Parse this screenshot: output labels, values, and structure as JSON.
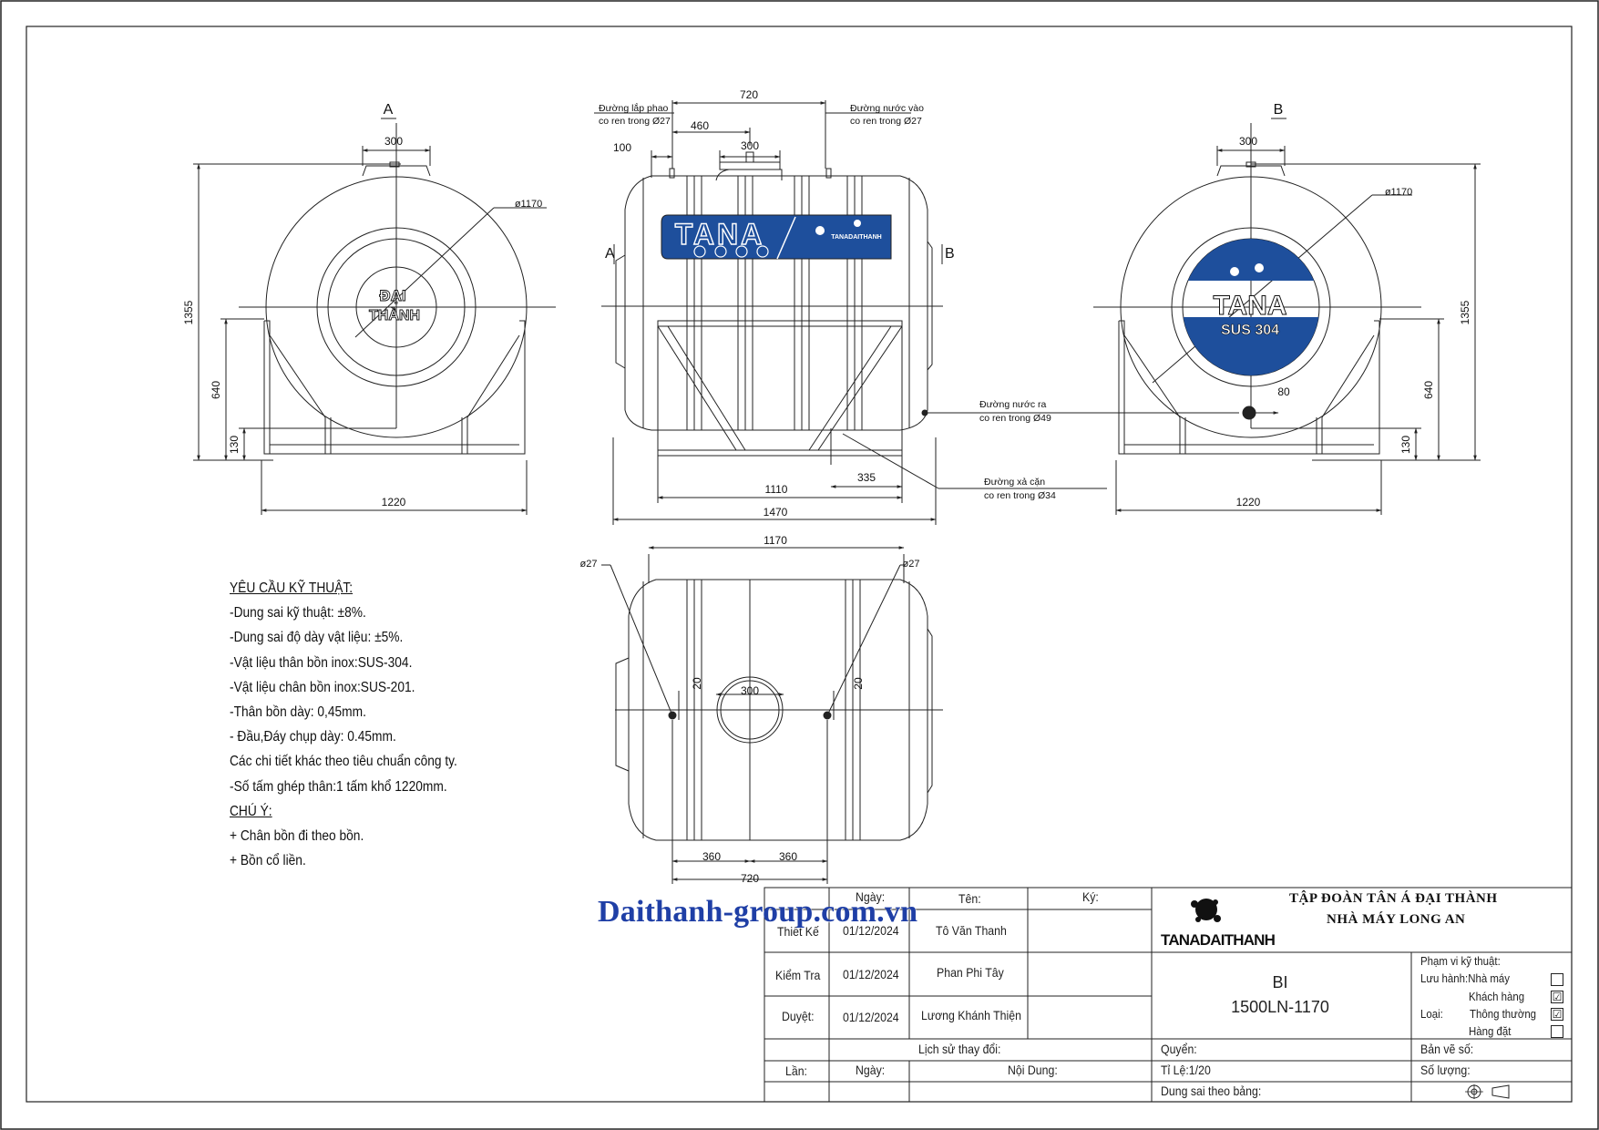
{
  "drawing": {
    "view_a_label": "A",
    "view_b_label": "B",
    "dims": {
      "d300": "300",
      "d1170dia": "ø1170",
      "d1355": "1355",
      "d640": "640",
      "d130": "130",
      "d1220": "1220",
      "d720": "720",
      "d460": "460",
      "d100": "100",
      "d1110": "1110",
      "d335": "335",
      "d1470": "1470",
      "d80": "80",
      "d1170": "1170",
      "d27": "ø27",
      "d20": "20",
      "d360": "360"
    },
    "callouts": {
      "float_line1": "Đường lắp phao",
      "float_line2": "co ren trong Ø27",
      "inlet_line1": "Đường nước vào",
      "inlet_line2": "co ren trong Ø27",
      "outlet_line1": "Đường nước ra",
      "outlet_line2": "co ren trong Ø49",
      "drain_line1": "Đường xả cặn",
      "drain_line2": "co ren trong Ø34"
    },
    "brand_tana": "TANA",
    "brand_dai": "ĐẠI",
    "brand_thanh": "THÀNH",
    "brand_sus": "SUS 304",
    "brand_small": "TANADAITHANH"
  },
  "notes": {
    "title": "YÊU CẦU KỸ THUẬT:",
    "items": [
      "-Dung sai kỹ thuật: ±8%.",
      "-Dung sai độ dày vật liệu: ±5%.",
      "-Vật liệu thân bồn inox:SUS-304.",
      "-Vật liệu chân bồn inox:SUS-201.",
      "-Thân bồn dày: 0,45mm.",
      "- Đầu,Đáy chụp dày: 0.45mm.",
      "Các chi tiết khác theo tiêu chuẩn công ty.",
      "-Số tấm ghép thân:1 tấm khổ 1220mm."
    ],
    "note_title": "CHÚ Ý:",
    "note_items": [
      "+ Chân bồn đi theo bồn.",
      "+ Bồn cổ liền."
    ]
  },
  "watermark": "Daithanh-group.com.vn",
  "title_block": {
    "hdr_date": "Ngày:",
    "hdr_name": "Tên:",
    "hdr_sign": "Ký:",
    "rows": [
      {
        "role": "Thiết Kế",
        "date": "01/12/2024",
        "name": "Tô Văn Thanh"
      },
      {
        "role": "Kiểm Tra",
        "date": "01/12/2024",
        "name": "Phan Phi Tây"
      },
      {
        "role": "Duyệt:",
        "date": "01/12/2024",
        "name": "Lương Khánh Thiện"
      }
    ],
    "company_line1": "TẬP ĐOÀN TÂN Á ĐẠI THÀNH",
    "company_line2": "NHÀ MÁY LONG AN",
    "logo_text": "TANADAITHANH",
    "product_code1": "BI",
    "product_code2": "1500LN-1170",
    "scope_title": "Phạm vi kỹ thuật:",
    "scope_luu_hanh": "Lưu hành:Nhà máy",
    "scope_khach_hang": "Khách hàng",
    "scope_loai": "Loại:",
    "scope_thong_thuong": "Thông thường",
    "scope_hang_dat": "Hàng đặt",
    "history": "Lịch sử thay đổi:",
    "lan": "Lần:",
    "ngay": "Ngày:",
    "noi_dung": "Nội Dung:",
    "quyen": "Quyển:",
    "ti_le": "Tỉ Lệ:1/20",
    "dung_sai": "Dung sai theo bảng:",
    "ban_ve_so": "Bản vẽ số:",
    "so_luong": "Số lượng:",
    "checks": {
      "nha_may": "",
      "khach_hang": "☑",
      "thong_thuong": "☑",
      "hang_dat": ""
    }
  },
  "colors": {
    "line": "#222222",
    "tana_blue": "#1e4f9c",
    "watermark": "#1f3fa6"
  }
}
